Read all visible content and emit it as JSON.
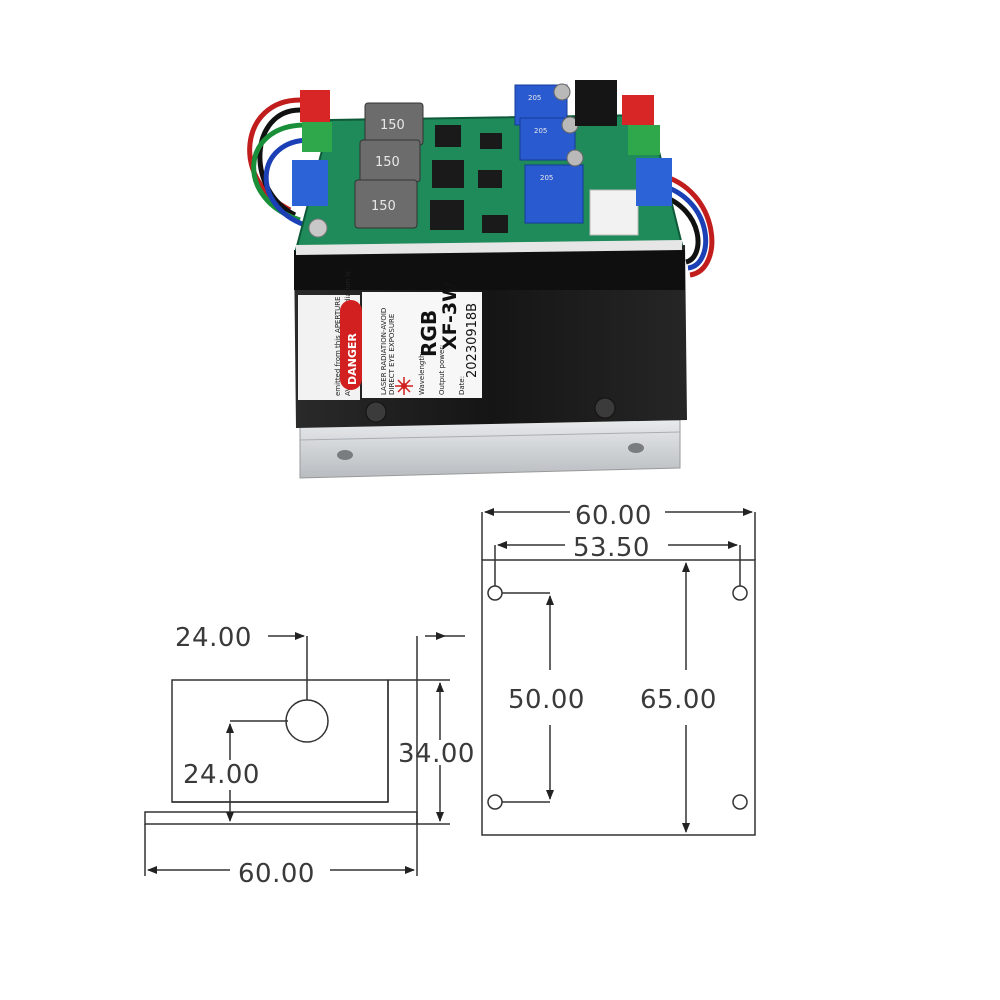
{
  "product": {
    "danger_label": "DANGER",
    "warning_text_1": "AVOID EXPOSURE-Laser radiation is",
    "warning_text_2": "emitted from this APERTURE",
    "warning_text_3": "LASER RADIATION-AVOID",
    "warning_text_4": "DIRECT EYE EXPOSURE",
    "wavelength_label": "Wavelength:",
    "wavelength_value": "RGB",
    "output_label": "Output power:",
    "output_value": "XF-3W",
    "date_label": "Date:",
    "date_value": "20230918B",
    "inductor_marking": "150",
    "pot_marking": "205"
  },
  "side_view": {
    "top_offset": "24.00",
    "hole_height": "24.00",
    "height": "34.00",
    "width": "60.00"
  },
  "top_view": {
    "width": "60.00",
    "hole_spacing_x": "53.50",
    "hole_spacing_y": "50.00",
    "length": "65.00"
  },
  "colors": {
    "pcb": "#1f8a5a",
    "housing": "#1c1c1c",
    "base": "#d6d8da",
    "line": "#333333",
    "text": "#3a3a3a"
  }
}
